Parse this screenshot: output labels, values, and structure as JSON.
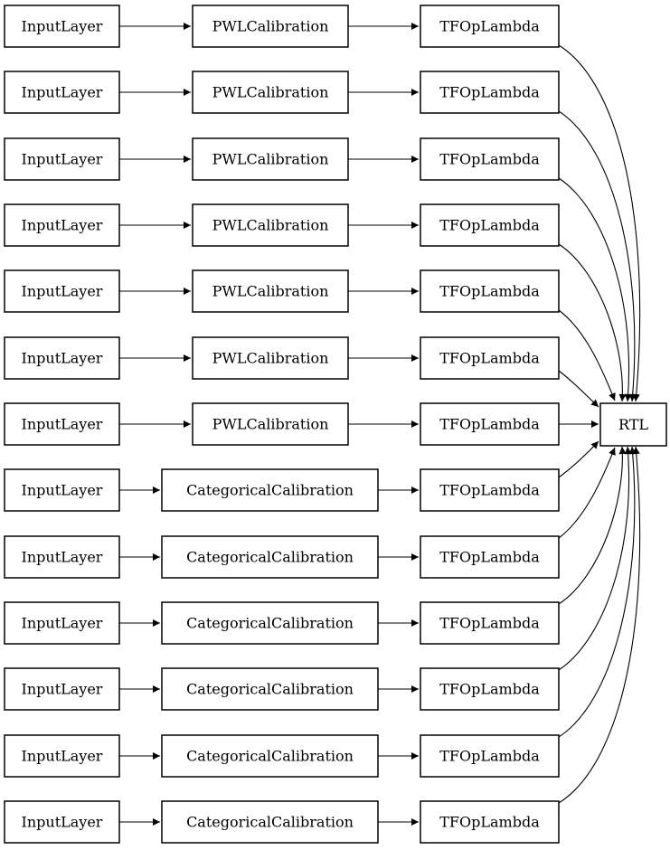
{
  "diagram": {
    "type": "model-architecture-graph",
    "colors": {
      "background": "#ffffff",
      "node_fill": "#ffffff",
      "node_border": "#000000",
      "edge": "#000000",
      "text": "#000000"
    },
    "rows": [
      {
        "input": "InputLayer",
        "calibration": "PWLCalibration",
        "lambda": "TFOpLambda"
      },
      {
        "input": "InputLayer",
        "calibration": "PWLCalibration",
        "lambda": "TFOpLambda"
      },
      {
        "input": "InputLayer",
        "calibration": "PWLCalibration",
        "lambda": "TFOpLambda"
      },
      {
        "input": "InputLayer",
        "calibration": "PWLCalibration",
        "lambda": "TFOpLambda"
      },
      {
        "input": "InputLayer",
        "calibration": "PWLCalibration",
        "lambda": "TFOpLambda"
      },
      {
        "input": "InputLayer",
        "calibration": "PWLCalibration",
        "lambda": "TFOpLambda"
      },
      {
        "input": "InputLayer",
        "calibration": "PWLCalibration",
        "lambda": "TFOpLambda"
      },
      {
        "input": "InputLayer",
        "calibration": "CategoricalCalibration",
        "lambda": "TFOpLambda"
      },
      {
        "input": "InputLayer",
        "calibration": "CategoricalCalibration",
        "lambda": "TFOpLambda"
      },
      {
        "input": "InputLayer",
        "calibration": "CategoricalCalibration",
        "lambda": "TFOpLambda"
      },
      {
        "input": "InputLayer",
        "calibration": "CategoricalCalibration",
        "lambda": "TFOpLambda"
      },
      {
        "input": "InputLayer",
        "calibration": "CategoricalCalibration",
        "lambda": "TFOpLambda"
      },
      {
        "input": "InputLayer",
        "calibration": "CategoricalCalibration",
        "lambda": "TFOpLambda"
      }
    ],
    "sink": {
      "label": "RTL"
    }
  }
}
